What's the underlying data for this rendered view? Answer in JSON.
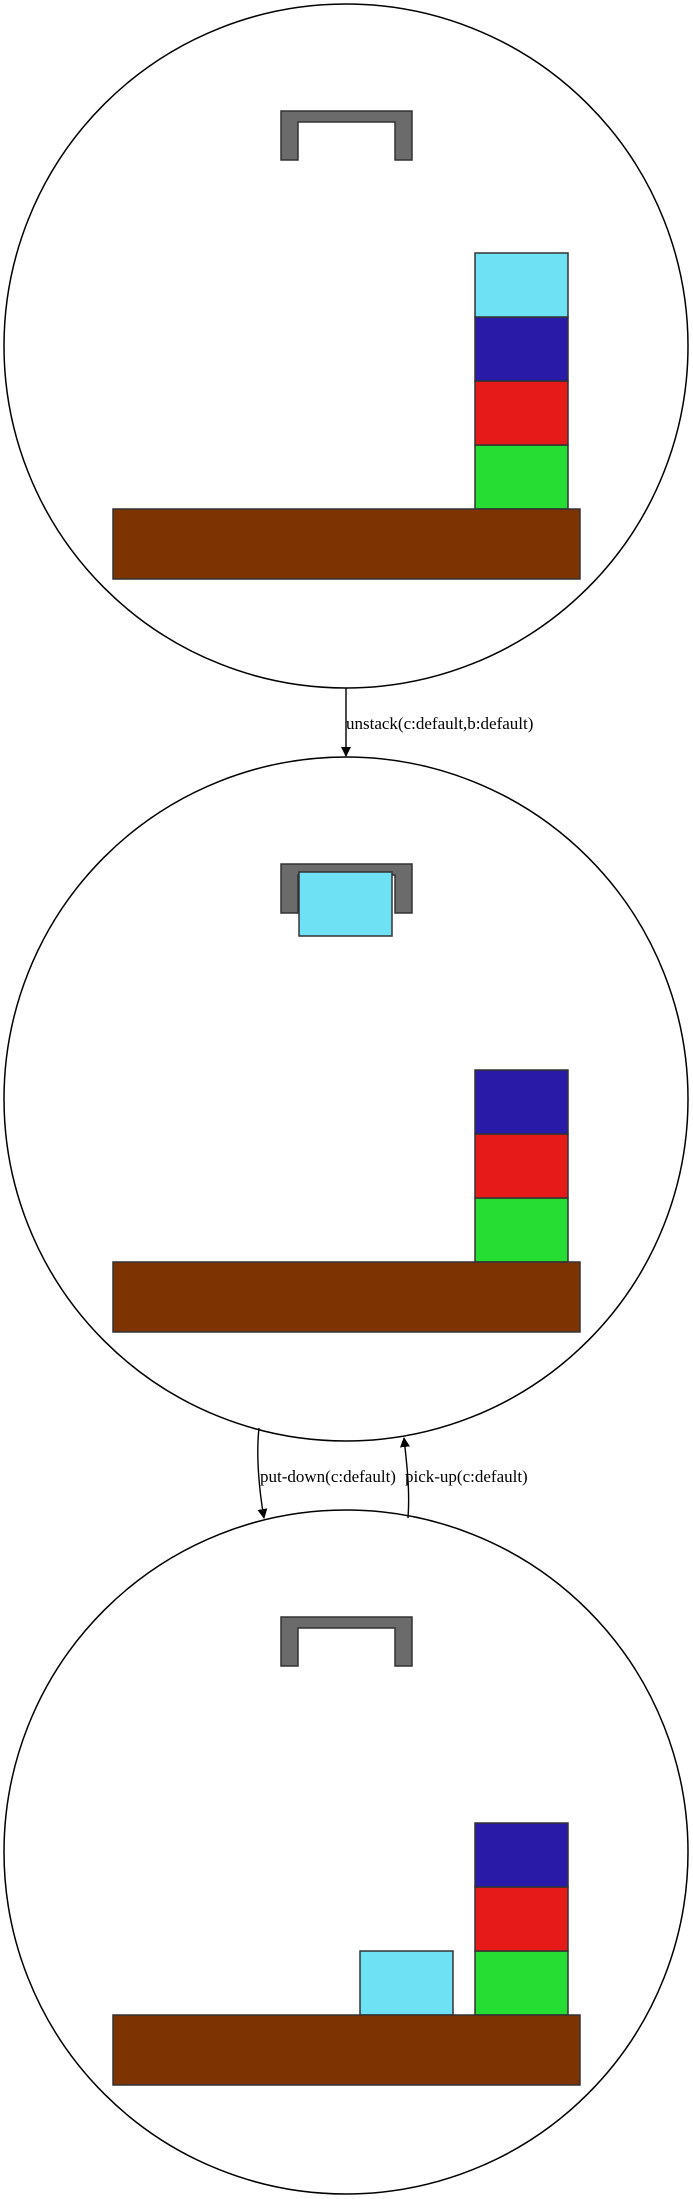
{
  "colors": {
    "table": "#7e3302",
    "gripper": "#6b6b6b",
    "cyan": "#6ee2f4",
    "blue": "#2a1aa8",
    "red": "#e71a1a",
    "green": "#25dd33",
    "outline": "#333333",
    "state_border": "#000000"
  },
  "states": [
    {
      "id": "state-1",
      "gripper_holds": null,
      "stack": [
        "green",
        "red",
        "blue",
        "cyan"
      ],
      "table_blocks": []
    },
    {
      "id": "state-2",
      "gripper_holds": "cyan",
      "stack": [
        "green",
        "red",
        "blue"
      ],
      "table_blocks": []
    },
    {
      "id": "state-3",
      "gripper_holds": null,
      "stack": [
        "green",
        "red",
        "blue"
      ],
      "table_blocks": [
        "cyan"
      ]
    }
  ],
  "transitions": [
    {
      "from": "state-1",
      "to": "state-2",
      "label": "unstack(c:default,b:default)"
    },
    {
      "from": "state-2",
      "to": "state-3",
      "label": "put-down(c:default)"
    },
    {
      "from": "state-3",
      "to": "state-2",
      "label": "pick-up(c:default)"
    }
  ]
}
